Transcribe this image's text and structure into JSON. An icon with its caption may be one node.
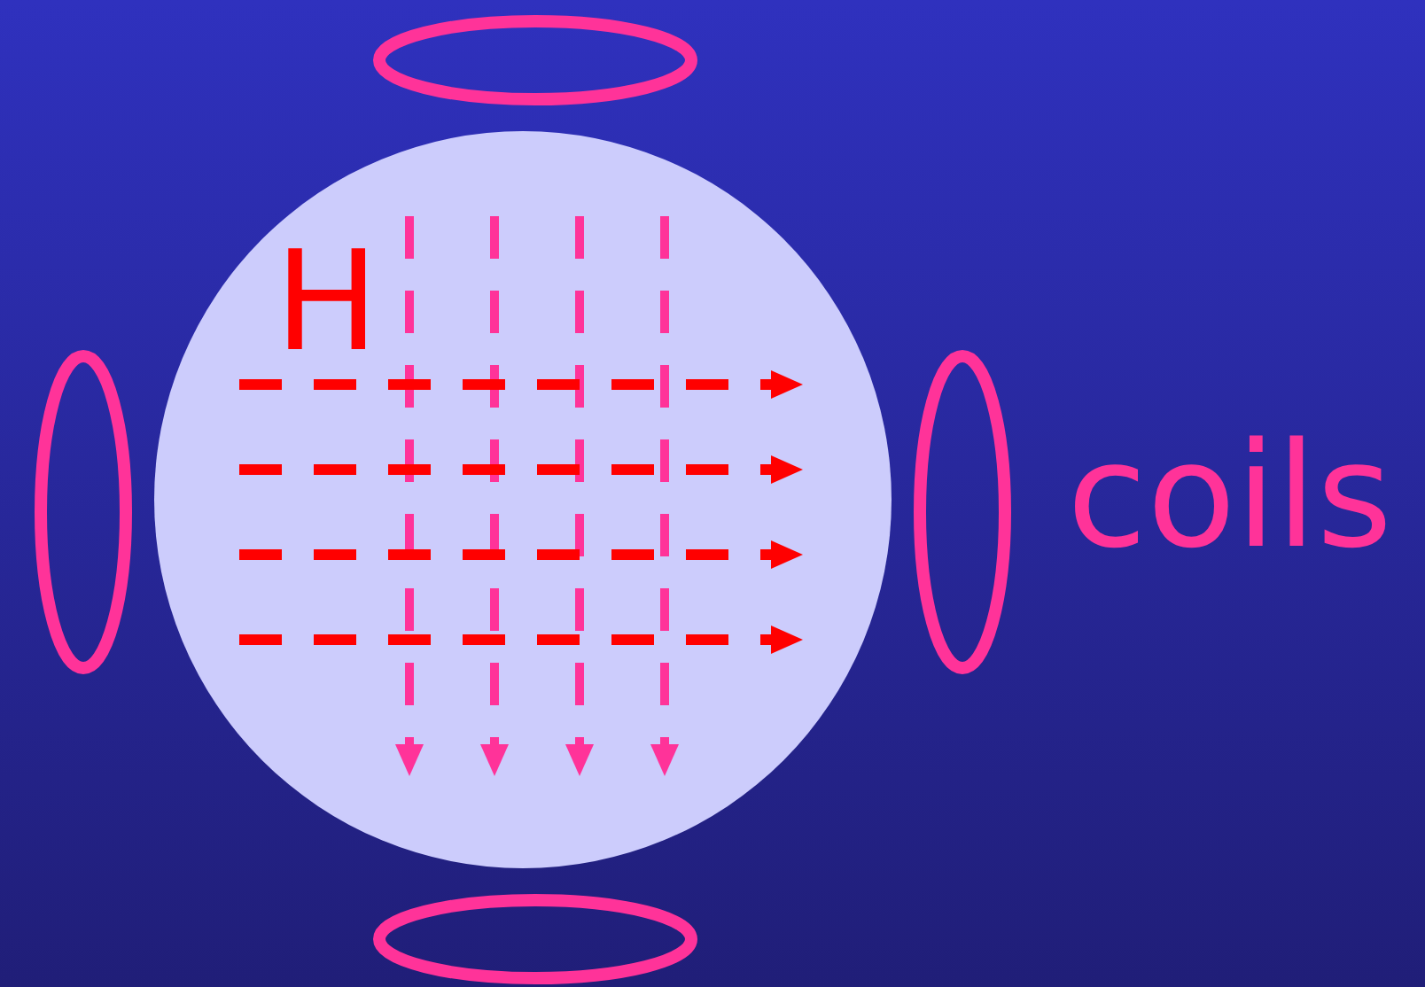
{
  "diagram": {
    "nodes": [
      {
        "text": [],
        "shape": "ellipse"
      },
      {
        "text": [],
        "shape": "ellipse"
      },
      {
        "text": [],
        "shape": "ellipse"
      },
      {
        "text": [],
        "shape": "ellipse"
      }
    ],
    "labels": [
      "H",
      "coils"
    ]
  }
}
